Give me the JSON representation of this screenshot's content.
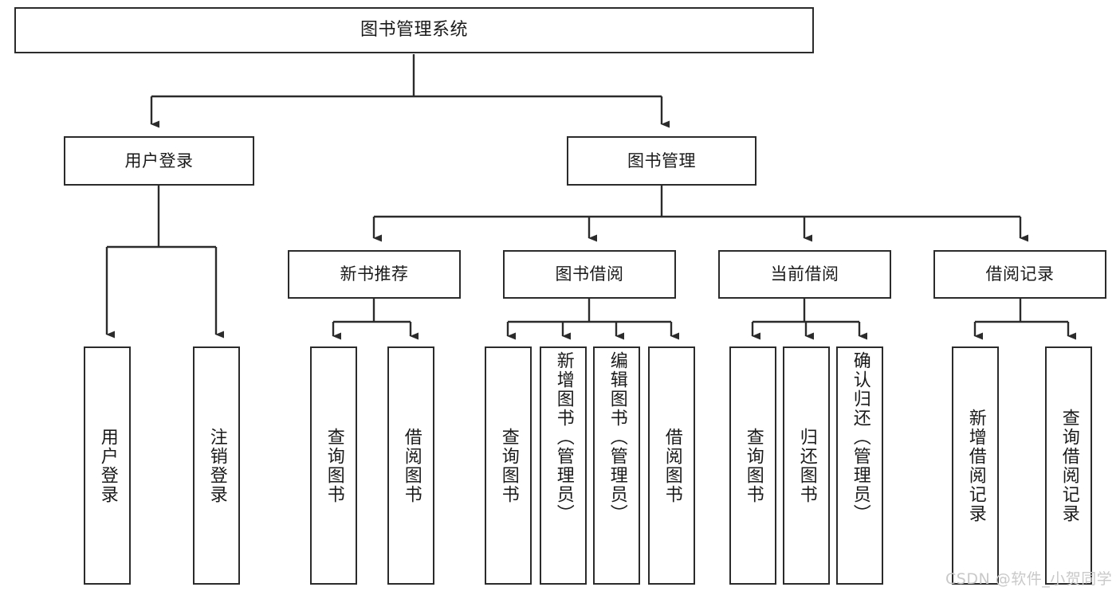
{
  "diagram": {
    "type": "tree-hierarchy-chart",
    "title": "图书管理系统",
    "watermark": "CSDN @软件_小贺同学",
    "colors": {
      "box_border": "#2b2b2b",
      "box_fill": "#ffffff",
      "connector": "#2b2b2b",
      "text": "#1a1a1a",
      "watermark": "#c9c9c9"
    },
    "root": {
      "label": "图书管理系统"
    },
    "level1": [
      {
        "label": "用户登录"
      },
      {
        "label": "图书管理"
      }
    ],
    "level2": [
      {
        "label": "新书推荐"
      },
      {
        "label": "图书借阅"
      },
      {
        "label": "当前借阅"
      },
      {
        "label": "借阅记录"
      }
    ],
    "leaves": {
      "user_login": [
        {
          "label": "用户登录"
        },
        {
          "label": "注销登录"
        }
      ],
      "new_book_recommend": [
        {
          "label": "查询图书"
        },
        {
          "label": "借阅图书"
        }
      ],
      "book_borrow": [
        {
          "label": "查询图书"
        },
        {
          "label": "新增图书（管理员）"
        },
        {
          "label": "编辑图书（管理员）"
        },
        {
          "label": "借阅图书"
        }
      ],
      "current_borrow": [
        {
          "label": "查询图书"
        },
        {
          "label": "归还图书"
        },
        {
          "label": "确认归还（管理员）"
        }
      ],
      "borrow_record": [
        {
          "label": "新增借阅记录"
        },
        {
          "label": "查询借阅记录"
        }
      ]
    }
  }
}
